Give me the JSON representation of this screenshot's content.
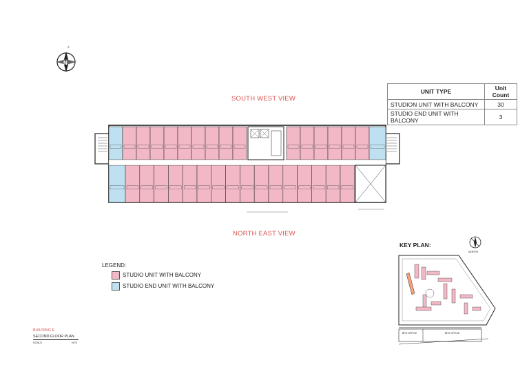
{
  "views": {
    "south_west": "SOUTH WEST VIEW",
    "north_east": "NORTH EAST VIEW"
  },
  "unit_table": {
    "headers": [
      "UNIT TYPE",
      "Unit Count"
    ],
    "rows": [
      {
        "type": "STUDION UNIT WITH BALCONY",
        "count": "30"
      },
      {
        "type": "STUDIO END UNIT WITH BALCONY",
        "count": "3"
      }
    ]
  },
  "legend": {
    "title": "LEGEND:",
    "items": [
      {
        "label": "STUDIO UNIT WITH BALCONY",
        "color": "#f2b8c6"
      },
      {
        "label": "STUDIO END UNIT WITH BALCONY",
        "color": "#bfe0f0"
      }
    ]
  },
  "key_plan": {
    "title": "KEY PLAN:",
    "north": "NORTH",
    "labels": [
      "BPO OFFICE",
      "BPO OFFICE"
    ]
  },
  "title_block": {
    "building": "BUILDING E",
    "plan": "SECOND FLOOR PLAN",
    "scale_label": "SCALE",
    "scale_value": "NTS"
  },
  "colors": {
    "studio": "#f2b8c6",
    "end_unit": "#bfe0f0",
    "accent": "#d9534f"
  }
}
